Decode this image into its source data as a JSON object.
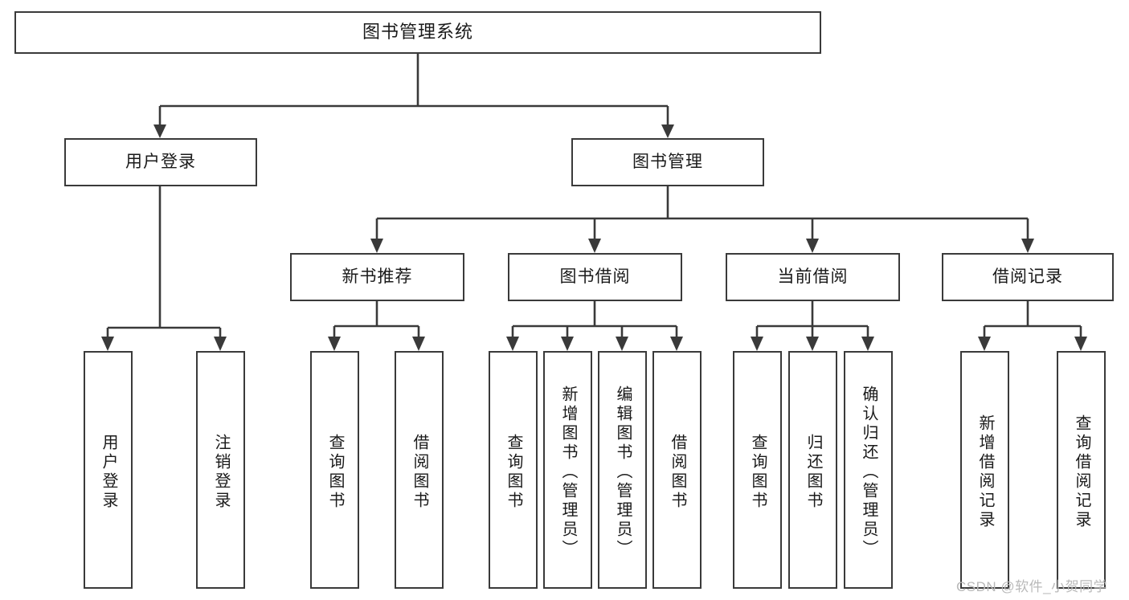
{
  "diagram": {
    "title": "图书管理系统",
    "watermark": "CSDN @软件_小贺同学",
    "colors": {
      "stroke": "#3a3a3a",
      "background": "#ffffff",
      "text": "#1a1a1a",
      "watermark": "#b9b9b9"
    },
    "root": {
      "label": "图书管理系统"
    },
    "level2": [
      {
        "label": "用户登录"
      },
      {
        "label": "图书管理"
      }
    ],
    "level3": [
      {
        "label": "新书推荐"
      },
      {
        "label": "图书借阅"
      },
      {
        "label": "当前借阅"
      },
      {
        "label": "借阅记录"
      }
    ],
    "leaves": {
      "user_login": [
        {
          "label": "用户登录"
        },
        {
          "label": "注销登录"
        }
      ],
      "new_book_recommend": [
        {
          "label": "查询图书"
        },
        {
          "label": "借阅图书"
        }
      ],
      "book_borrow": [
        {
          "label": "查询图书"
        },
        {
          "label": "新增图书（管理员）"
        },
        {
          "label": "编辑图书（管理员）"
        },
        {
          "label": "借阅图书"
        }
      ],
      "current_borrow": [
        {
          "label": "查询图书"
        },
        {
          "label": "归还图书"
        },
        {
          "label": "确认归还（管理员）"
        }
      ],
      "borrow_record": [
        {
          "label": "新增借阅记录"
        },
        {
          "label": "查询借阅记录"
        }
      ]
    }
  }
}
